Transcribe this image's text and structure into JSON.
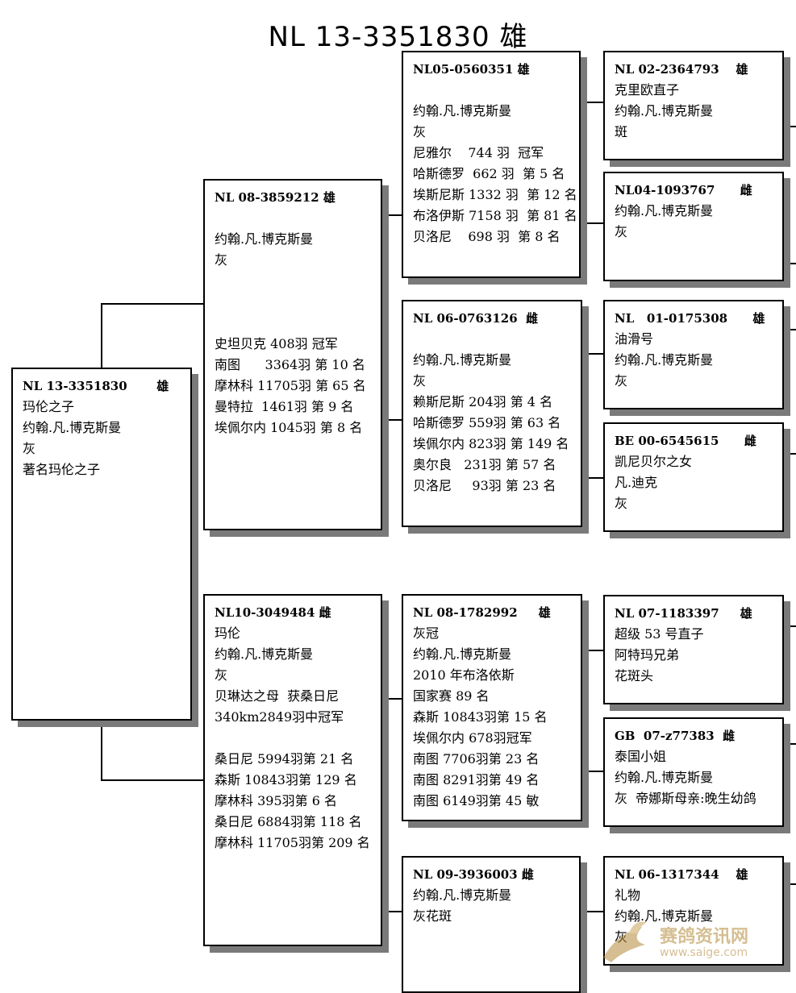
{
  "title": "NL 13-3351830    雄",
  "subject": {
    "header": "NL 13-3351830       雄",
    "lines": [
      "玛伦之子",
      "约翰.凡.博克斯曼",
      "灰",
      "著名玛伦之子"
    ]
  },
  "sire": {
    "header": "NL 08-3859212 雄",
    "lines": [
      "",
      "约翰.凡.博克斯曼",
      "灰",
      "",
      "",
      "",
      "史坦贝克 408羽 冠军",
      "南图      3364羽 第 10 名",
      "摩林科 11705羽 第 65 名",
      "曼特拉  1461羽 第 9 名",
      "埃佩尔内 1045羽 第 8 名"
    ]
  },
  "dam": {
    "header": "NL10-3049484 雌",
    "lines": [
      "玛伦",
      "约翰.凡.博克斯曼",
      "灰",
      "贝琳达之母  获桑日尼",
      "340km2849羽中冠军",
      "",
      "桑日尼 5994羽第 21 名",
      "森斯 10843羽第 129 名",
      "摩林科 395羽第 6 名",
      "桑日尼 6884羽第 118 名",
      "摩林科 11705羽第 209 名"
    ]
  },
  "ss": {
    "header": "NL05-0560351 雄",
    "lines": [
      "",
      "约翰.凡.博克斯曼",
      "灰",
      "尼雅尔    744 羽  冠军",
      "哈斯德罗  662 羽  第 5 名",
      "埃斯尼斯 1332 羽  第 12 名",
      "布洛伊斯 7158 羽  第 81 名",
      "贝洛尼    698 羽  第 8 名"
    ]
  },
  "sd": {
    "header": "NL 06-0763126  雌",
    "lines": [
      "",
      "约翰.凡.博克斯曼",
      "灰",
      "赖斯尼斯 204羽 第 4 名",
      "哈斯德罗 559羽 第 63 名",
      "埃佩尔内 823羽 第 149 名",
      "奥尔良   231羽 第 57 名",
      "贝洛尼     93羽 第 23 名"
    ]
  },
  "ds": {
    "header": "NL 08-1782992     雄",
    "lines": [
      "灰冠",
      "约翰.凡.博克斯曼",
      "2010 年布洛依斯",
      "国家赛 89 名",
      "森斯 10843羽第 15 名",
      "埃佩尔内 678羽冠军",
      "南图 7706羽第 23 名",
      "南图 8291羽第 49 名",
      "南图 6149羽第 45 敏"
    ]
  },
  "dd": {
    "header": "NL 09-3936003 雌",
    "lines": [
      "约翰.凡.博克斯曼",
      "灰花斑"
    ]
  },
  "sss": {
    "header": "NL 02-2364793    雄",
    "lines": [
      "克里欧直子",
      "约翰.凡.博克斯曼",
      "斑"
    ]
  },
  "ssd": {
    "header": "NL04-1093767      雌",
    "lines": [
      "约翰.凡.博克斯曼",
      "灰"
    ]
  },
  "sds": {
    "header": "NL   01-0175308      雄",
    "lines": [
      "油滑号",
      "约翰.凡.博克斯曼",
      "灰"
    ]
  },
  "sdd": {
    "header": "BE 00-6545615      雌",
    "lines": [
      "凯尼贝尔之女",
      "凡.迪克",
      "灰"
    ]
  },
  "dss": {
    "header": "NL 07-1183397     雄",
    "lines": [
      "超级 53 号直子",
      "阿特玛兄弟",
      "花斑头"
    ]
  },
  "dsd": {
    "header": "GB  07-z77383  雌",
    "lines": [
      "泰国小姐",
      "约翰.凡.博克斯曼",
      "灰  帝娜斯母亲:晚生幼鸽"
    ]
  },
  "dds": {
    "header": "NL 06-1317344    雄",
    "lines": [
      "礼物",
      "约翰.凡.博克斯曼",
      "灰"
    ]
  },
  "watermark": {
    "name": "赛鸽资讯网",
    "url": "www.saige.com"
  }
}
